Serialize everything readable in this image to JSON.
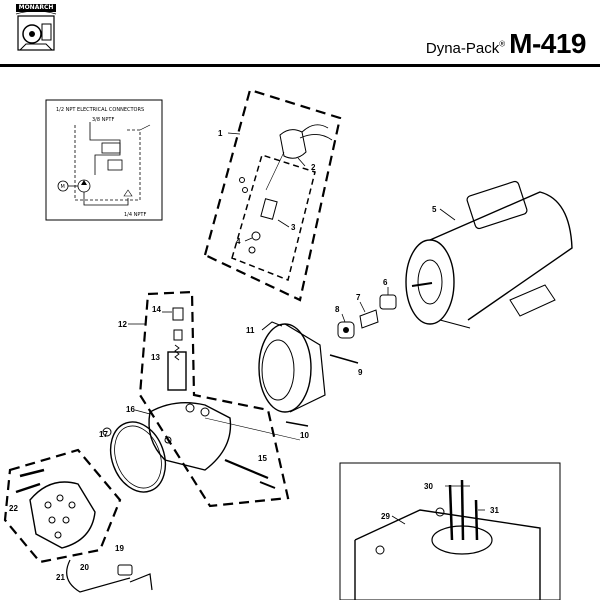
{
  "header": {
    "logo_text": "MONARCH",
    "brand": "Dyna-Pack",
    "registered": "®",
    "model": "M-419"
  },
  "schematic": {
    "label_connector": "1/2 NPT ELECTRICAL CONNECTORS",
    "label_port_top": "3/8 NPTF",
    "label_port_bottom": "1/4 NPTF",
    "motor_symbol": "M"
  },
  "callouts": [
    "1",
    "2",
    "3",
    "4",
    "5",
    "6",
    "7",
    "8",
    "9",
    "10",
    "11",
    "12",
    "13",
    "14",
    "15",
    "16",
    "17",
    "19",
    "20",
    "21",
    "22",
    "29",
    "30",
    "31"
  ],
  "colors": {
    "ink": "#000000",
    "paper": "#ffffff"
  }
}
